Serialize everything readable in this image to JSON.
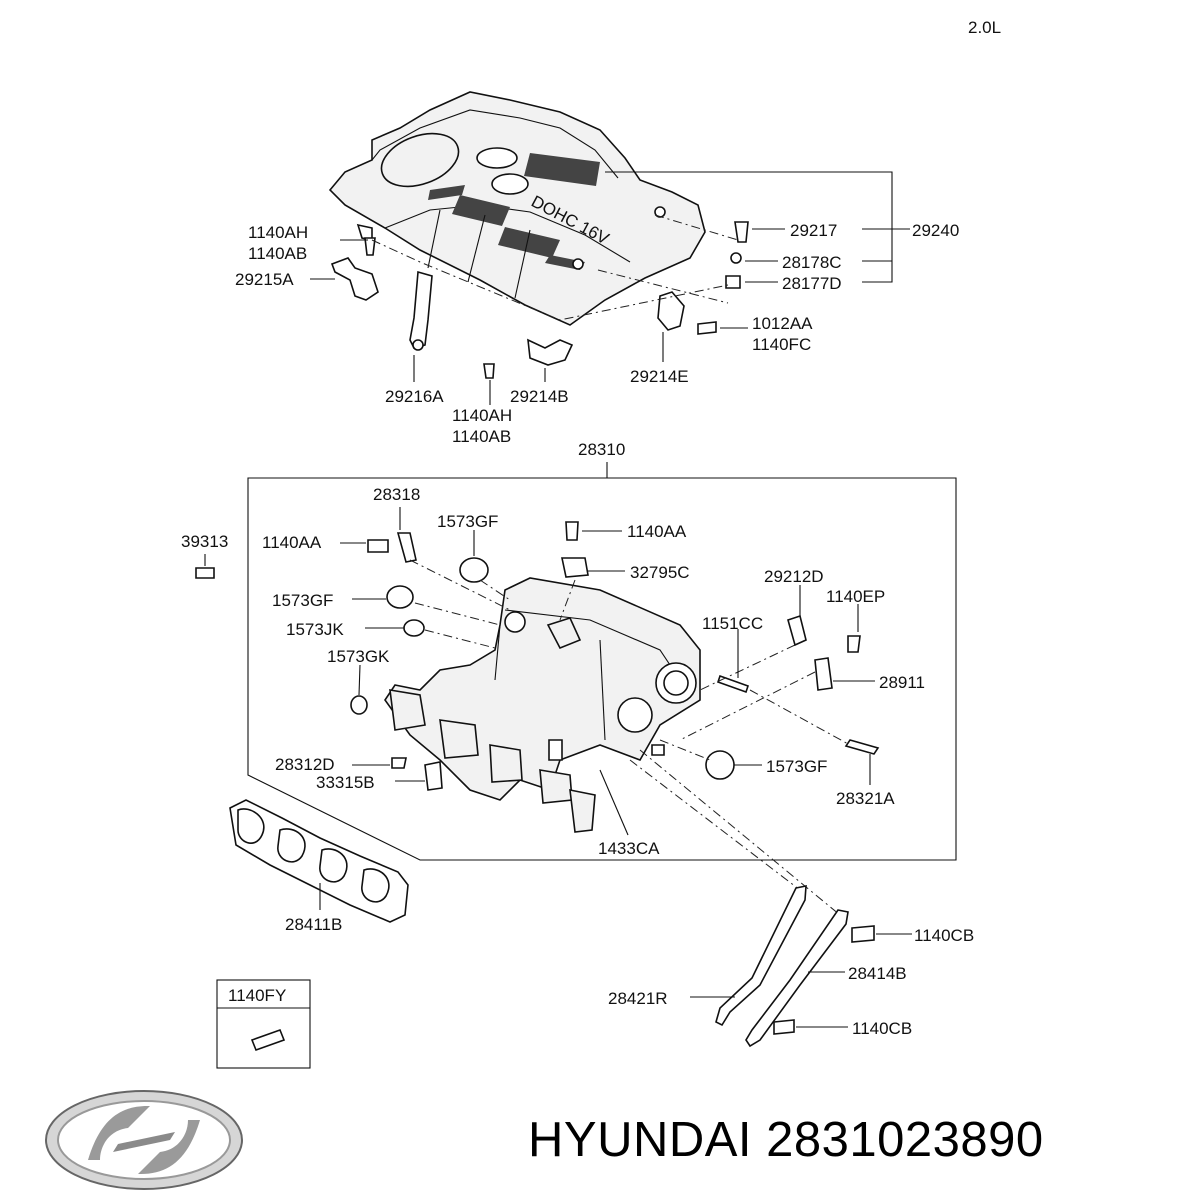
{
  "engine_label": "2.0L",
  "cover_emblem_text": "DOHC 16V",
  "brand": {
    "name": "HYUNDAI",
    "part_number": "2831023890",
    "logo": "hyundai-logo-icon"
  },
  "labels": {
    "l1140AH_top": "1140AH",
    "l1140AB_top": "1140AB",
    "l29215A": "29215A",
    "l29216A": "29216A",
    "l1140AH_mid": "1140AH",
    "l1140AB_mid": "1140AB",
    "l29214B": "29214B",
    "l29217": "29217",
    "l29240": "29240",
    "l28178C": "28178C",
    "l28177D": "28177D",
    "l1012AA": "1012AA",
    "l1140FC": "1140FC",
    "l29214E": "29214E",
    "l28310": "28310",
    "l39313": "39313",
    "l28318": "28318",
    "l1140AA_left": "1140AA",
    "l1573GF_top": "1573GF",
    "l1140AA_right": "1140AA",
    "l32795C": "32795C",
    "l29212D": "29212D",
    "l1140EP": "1140EP",
    "l1573GF_left": "1573GF",
    "l1573JK": "1573JK",
    "l1151CC": "1151CC",
    "l1573GK": "1573GK",
    "l28911": "28911",
    "l28312D": "28312D",
    "l33315B": "33315B",
    "l1573GF_bottom": "1573GF",
    "l28321A": "28321A",
    "l1433CA": "1433CA",
    "l28411B": "28411B",
    "l1140CB_top": "1140CB",
    "l28414B": "28414B",
    "l28421R": "28421R",
    "l1140CB_bottom": "1140CB",
    "l1140FY": "1140FY"
  }
}
